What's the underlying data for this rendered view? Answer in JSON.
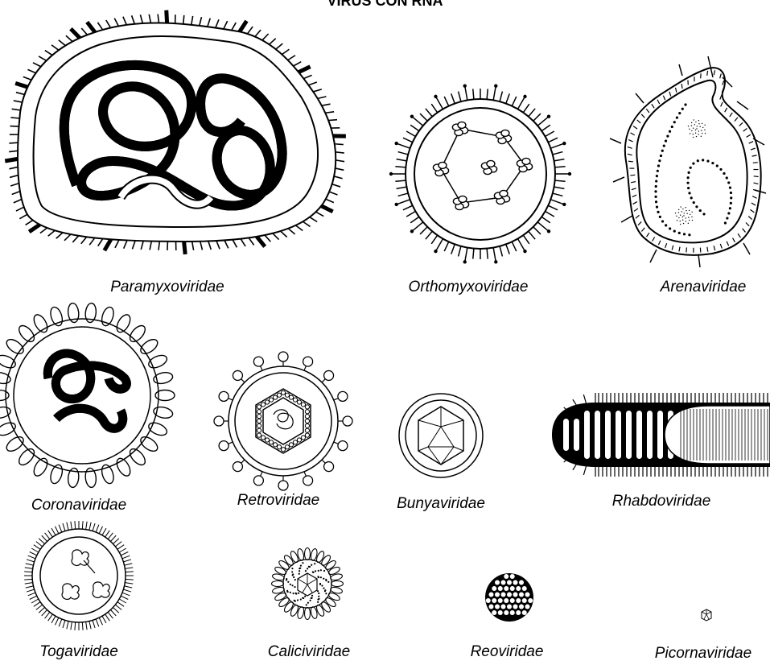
{
  "title": "VIRUS CON RNA",
  "viruses": [
    {
      "id": "paramyxo",
      "label": "Paramyxoviridae"
    },
    {
      "id": "orthomyxo",
      "label": "Orthomyxoviridae"
    },
    {
      "id": "arena",
      "label": "Arenaviridae"
    },
    {
      "id": "corona",
      "label": "Coronaviridae"
    },
    {
      "id": "retro",
      "label": "Retroviridae"
    },
    {
      "id": "bunya",
      "label": "Bunyaviridae"
    },
    {
      "id": "rhabdo",
      "label": "Rhabdoviridae"
    },
    {
      "id": "toga",
      "label": "Togaviridae"
    },
    {
      "id": "calici",
      "label": "Caliciviridae"
    },
    {
      "id": "reo",
      "label": "Reoviridae"
    },
    {
      "id": "picorna",
      "label": "Picornaviridae"
    }
  ],
  "colors": {
    "ink": "#000000",
    "paper": "#ffffff"
  }
}
